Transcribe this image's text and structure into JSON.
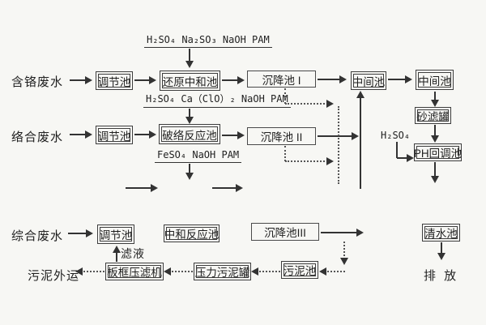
{
  "labels": {
    "chromium_wastewater": "含铬废水",
    "complex_wastewater": "络合废水",
    "comprehensive_wastewater": "综合废水",
    "sludge_transport_out": "污泥外运",
    "filtrate": "滤液",
    "discharge": "排 放"
  },
  "chemicals": {
    "dose_reduction": "H₂SO₄ Na₂SO₃ NaOH PAM",
    "dose_complex_breaking": "H₂SO₄ Ca（ClO）₂ NaOH PAM",
    "dose_feso4": "FeSO₄ NaOH PAM",
    "dose_ph": "H₂SO₄"
  },
  "boxes": {
    "regulating_1": "调节池",
    "reduction_neutralization": "还原中和池",
    "sedimentation_1": "沉降池 I",
    "intermediate_1": "中间池",
    "intermediate_2": "中间池",
    "sand_filter": "砂滤罐",
    "ph_readjust": "PH回调池",
    "regulating_2": "调节池",
    "complex_breaking": "破络反应池",
    "sedimentation_2": "沉降池 II",
    "regulating_3": "调节池",
    "neutralization_reaction": "中和反应池",
    "sedimentation_3": "沉降池III",
    "clean_water": "清水池",
    "plate_frame_filter_press": "板框压滤机",
    "pressure_sludge_tank": "压力污泥罐",
    "sludge_tank": "污泥池"
  },
  "colors": {
    "line": "#333333",
    "dot": "#555555",
    "text": "#1f1f1f",
    "background": "#f7f7f4",
    "box_border": "#3d3d3d"
  }
}
